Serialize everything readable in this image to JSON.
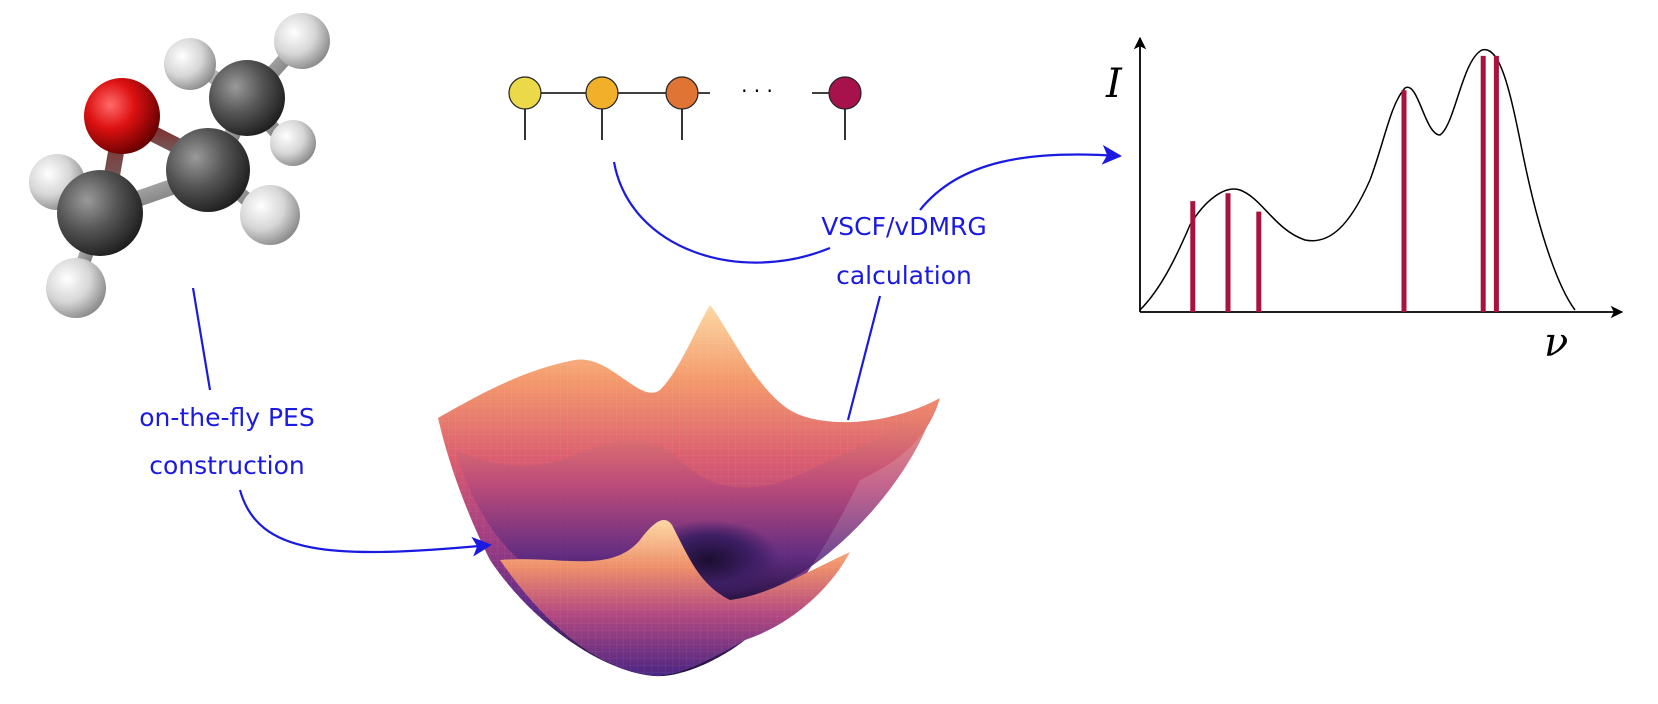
{
  "labels": {
    "pes_line1": "on-the-fly PES",
    "pes_line2": "construction",
    "calc_line1": "VSCF/vDMRG",
    "calc_line2": "calculation"
  },
  "spectrum": {
    "y_axis_label": "I",
    "x_axis_label": "ν",
    "stick_positions": [
      0.12,
      0.2,
      0.27,
      0.6,
      0.78,
      0.81
    ],
    "stick_heights": [
      0.42,
      0.45,
      0.38,
      0.84,
      0.97,
      0.97
    ]
  },
  "mps": {
    "site_colors": [
      "#ebd949",
      "#f2b02a",
      "#e07435",
      "#a8124c"
    ],
    "ellipsis": "· · ·"
  },
  "colors": {
    "arrow": "#1a1ae0",
    "stick": "#a8123c",
    "oxygen": "#dd1111",
    "carbon": "#555555",
    "hydrogen": "#e0e0e0"
  }
}
